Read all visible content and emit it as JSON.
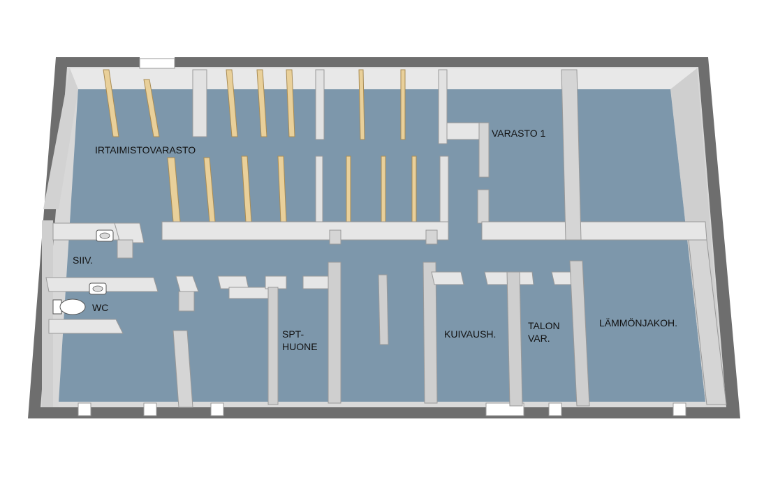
{
  "rooms": {
    "irtaimistovarasto": "IRTAIMISTOVARASTO",
    "varasto1": "VARASTO 1",
    "siiv": "SIIV.",
    "wc": "WC",
    "spt_line1": "SPT-",
    "spt_line2": "HUONE",
    "kuivaush": "KUIVAUSH.",
    "talon_line1": "TALON",
    "talon_line2": "VAR.",
    "lammonjakoh": "LÄMMÖNJAKOH."
  },
  "colors": {
    "floor": "#7d97ab",
    "wall_top": "#e6e6e6",
    "wall_side": "#9aa0a6",
    "outer_wall": "#6e6e6e",
    "storage_panel": "#e9d09a",
    "panel_edge": "#b79a5c"
  },
  "fixtures": [
    "sink-icon",
    "sink-icon",
    "toilet-icon"
  ]
}
